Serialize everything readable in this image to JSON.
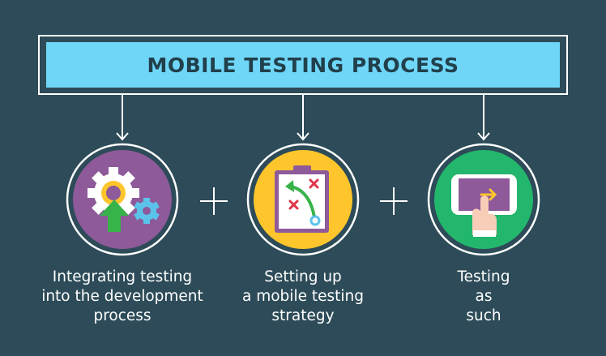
{
  "title": "MOBILE TESTING PROCESS",
  "steps": [
    {
      "lines": [
        "Integrating testing",
        "into the development",
        "process"
      ],
      "color": "#8e5a9a",
      "icon": "gears-arrow-up-icon"
    },
    {
      "lines": [
        "Setting up",
        "a mobile testing",
        "strategy"
      ],
      "color": "#fec62c",
      "icon": "strategy-clipboard-icon"
    },
    {
      "lines": [
        "Testing",
        "as",
        "such"
      ],
      "color": "#23b76e",
      "icon": "hand-tapping-phone-icon"
    }
  ],
  "operators": [
    "+",
    "+"
  ],
  "colors": {
    "background": "#2d4b58",
    "title_bar": "#6fd6f8",
    "title_text": "#21404c"
  }
}
